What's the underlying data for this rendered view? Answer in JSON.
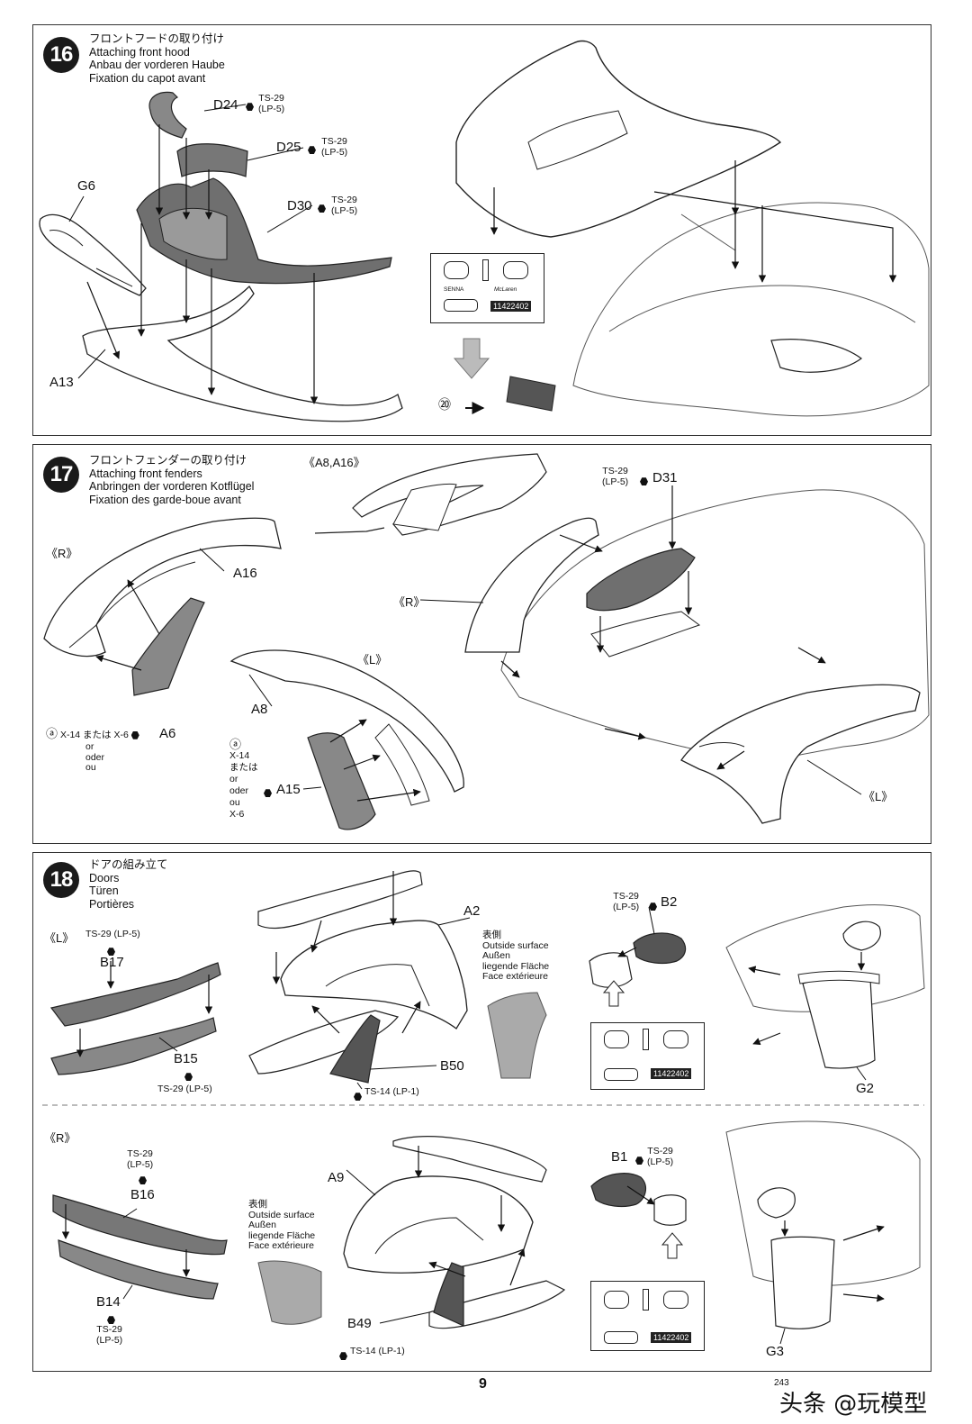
{
  "steps": [
    {
      "number": "16",
      "title_ja": "フロントフードの取り付け",
      "title_en": "Attaching front hood",
      "title_de": "Anbau der vorderen Haube",
      "title_fr": "Fixation du capot avant"
    },
    {
      "number": "17",
      "title_ja": "フロントフェンダーの取り付け",
      "title_en": "Attaching front fenders",
      "title_de": "Anbringen der vorderen Kotflügel",
      "title_fr": "Fixation des garde-boue avant"
    },
    {
      "number": "18",
      "title_ja": "ドアの組み立て",
      "title_en": "Doors",
      "title_de": "Türen",
      "title_fr": "Portières"
    }
  ],
  "step16": {
    "parts": {
      "d24": "D24",
      "d25": "D25",
      "d30": "D30",
      "g6": "G6",
      "a13": "A13"
    },
    "paint": {
      "ts29": "TS-29",
      "lp5": "(LP-5)"
    },
    "decal_number": "11422402",
    "decal_ref": "⑳",
    "decal_brand": "McLaren",
    "decal_senna": "SENNA"
  },
  "step17": {
    "heading": "《A8,A16》",
    "r_mark": "《R》",
    "l_mark": "《L》",
    "parts": {
      "a16": "A16",
      "a6": "A6",
      "a8": "A8",
      "a15": "A15",
      "d31": "D31"
    },
    "paint": {
      "ts29": "TS-29",
      "lp5": "(LP-5)",
      "x14": "X-14",
      "x6": "X-6",
      "or_ja": "または",
      "or_en": "or",
      "or_de": "oder",
      "or_fr": "ou",
      "a_mark": "ⓐ"
    }
  },
  "step18": {
    "l_mark": "《L》",
    "r_mark": "《R》",
    "parts": {
      "b17": "B17",
      "b15": "B15",
      "a2": "A2",
      "b50": "B50",
      "b2": "B2",
      "g2": "G2",
      "b16": "B16",
      "b14": "B14",
      "a9": "A9",
      "b49": "B49",
      "b1": "B1",
      "g3": "G3"
    },
    "paint": {
      "ts29": "TS-29",
      "lp5": "(LP-5)",
      "ts14": "TS-14",
      "lp1": "(LP-1)"
    },
    "surface": {
      "ja": "表側",
      "en": "Outside surface",
      "de": "Außen",
      "de2": "liegende Fläche",
      "fr": "Face extérieure"
    },
    "decal_number": "11422402"
  },
  "footer": {
    "page": "9",
    "code": "243",
    "watermark": "头条 @玩模型"
  }
}
